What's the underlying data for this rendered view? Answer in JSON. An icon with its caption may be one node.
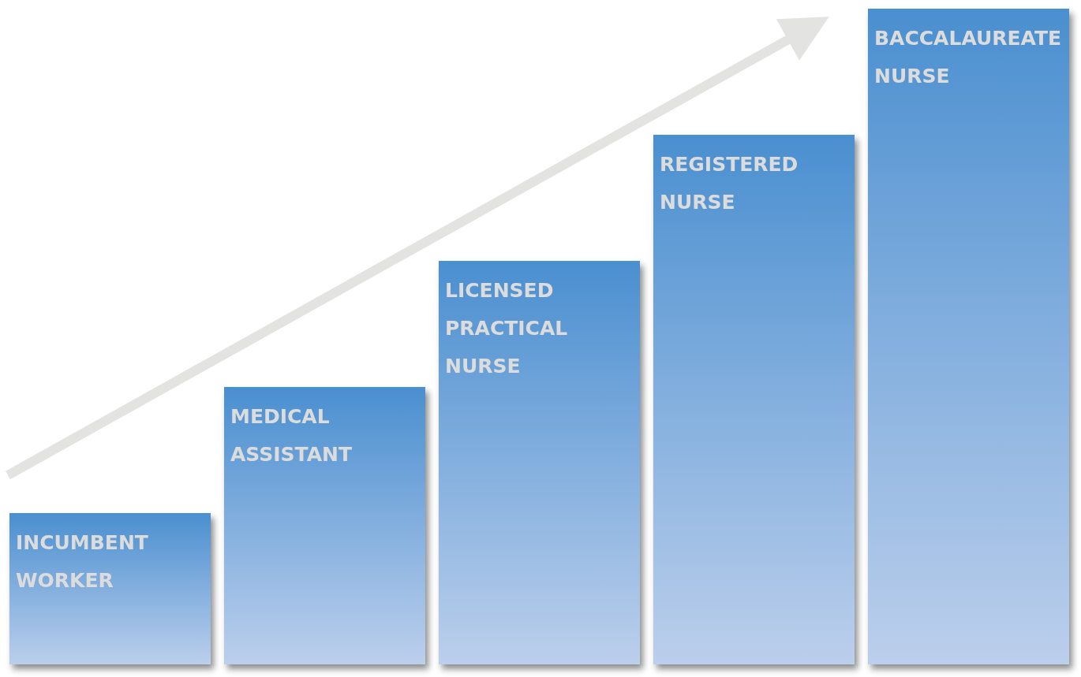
{
  "diagram": {
    "nodes": [
      {
        "text": [
          "INCUMBENT WORKER"
        ]
      },
      {
        "text": [
          "MEDICAL ASSISTANT"
        ]
      },
      {
        "text": [
          "LICENSED PRACTICAL NURSE"
        ]
      },
      {
        "text": [
          "REGISTERED NURSE"
        ]
      },
      {
        "text": [
          "BACCALAUREATE NURSE"
        ]
      }
    ]
  }
}
